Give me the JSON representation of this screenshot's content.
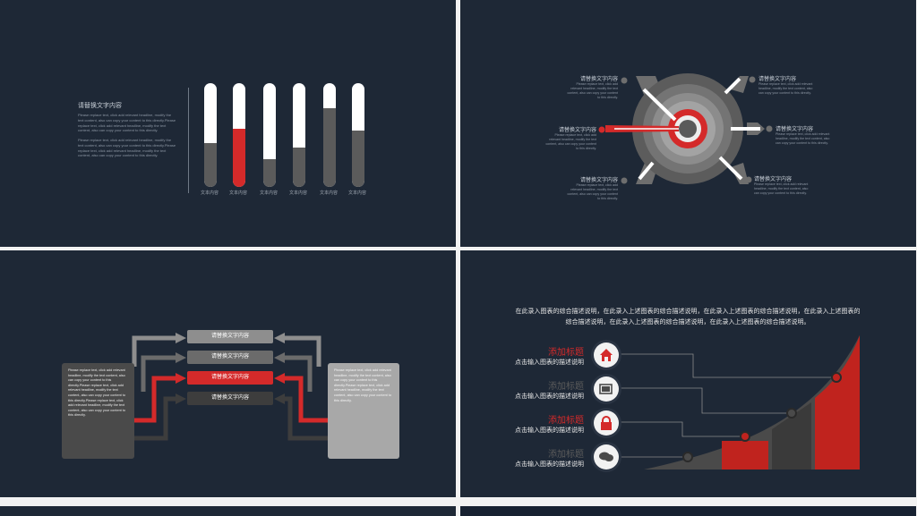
{
  "colors": {
    "background": "#1e2836",
    "accent": "#d42a2a",
    "gray": "#5b5b5b",
    "light": "#ffffff"
  },
  "slide1": {
    "title": "请替换文字内容",
    "paragraphs": [
      "Please replace text, click add relevant headline, modify the text content, also can copy your content to this directly.Please replace text, click add relevant headline, modify the text content, also can copy your content to this directly.",
      "Please replace text, click add relevant headline, modify the text content, also can copy your content to this directly.Please replace text, click add relevant headline, modify the text content, also can copy your content to this directly."
    ],
    "bars": [
      {
        "label": "文本内容",
        "level": 0.42,
        "color": "#5b5b5b"
      },
      {
        "label": "文本内容",
        "level": 0.56,
        "color": "#d42a2a"
      },
      {
        "label": "文本内容",
        "level": 0.27,
        "color": "#5b5b5b"
      },
      {
        "label": "文本内容",
        "level": 0.38,
        "color": "#5b5b5b"
      },
      {
        "label": "文本内容",
        "level": 0.76,
        "color": "#5b5b5b"
      },
      {
        "label": "文本内容",
        "level": 0.54,
        "color": "#5b5b5b"
      }
    ]
  },
  "slide2": {
    "items": [
      {
        "title": "请替换文字内容",
        "text": "Please replace text, click add relevant headline, modify the text content, also can copy your content to this directly."
      },
      {
        "title": "请替换文字内容",
        "text": "Please replace text, click add relevant headline, modify the text content, also can copy your content to this directly."
      },
      {
        "title": "请替换文字内容",
        "text": "Please replace text, click add relevant headline, modify the text content, also can copy your content to this directly."
      },
      {
        "title": "请替换文字内容",
        "text": "Please replace text, click add relevant headline, modify the text content, also can copy your content to this directly."
      },
      {
        "title": "请替换文字内容",
        "text": "Please replace text, click add relevant headline, modify the text content, also can copy your content to this directly."
      },
      {
        "title": "请替换文字内容",
        "text": "Please replace text, click add relevant headline, modify the text content, also can copy your content to this directly."
      }
    ]
  },
  "slide3": {
    "left_text": "Please replace text, click add relevant headline, modify the text content, also can copy your content to this directly.Please replace text, click add relevant headline, modify the text content, also can copy your content to this directly.Please replace text, click add relevant headline, modify the text content, also can copy your content to this directly.",
    "right_text": "Please replace text, click add relevant headline, modify the text content, also can copy your content to this directly.Please replace text, click add relevant headline, modify the text content, also can copy your content to this directly.",
    "boxes": [
      {
        "label": "请替换文字内容",
        "color": "#8e8e8e"
      },
      {
        "label": "请替换文字内容",
        "color": "#6b6b6b"
      },
      {
        "label": "请替换文字内容",
        "color": "#d42a2a"
      },
      {
        "label": "请替换文字内容",
        "color": "#3d3d3d"
      }
    ]
  },
  "slide4": {
    "description": "在此录入图表的综合描述说明，在此录入上述图表的综合描述说明，在此录入上述图表的综合描述说明，在此录入上述图表的综合描述说明，在此录入上述图表的综合描述说明，在此录入上述图表的综合描述说明。",
    "items": [
      {
        "title": "添加标题",
        "subtitle": "点击输入图表的描述说明",
        "icon": "home-icon",
        "title_color": "#d42a2a"
      },
      {
        "title": "添加标题",
        "subtitle": "点击输入图表的描述说明",
        "icon": "battery-icon",
        "title_color": "#5b5b5b"
      },
      {
        "title": "添加标题",
        "subtitle": "点击输入图表的描述说明",
        "icon": "lock-icon",
        "title_color": "#d42a2a"
      },
      {
        "title": "添加标题",
        "subtitle": "点击输入图表的描述说明",
        "icon": "chat-icon",
        "title_color": "#5b5b5b"
      }
    ]
  }
}
